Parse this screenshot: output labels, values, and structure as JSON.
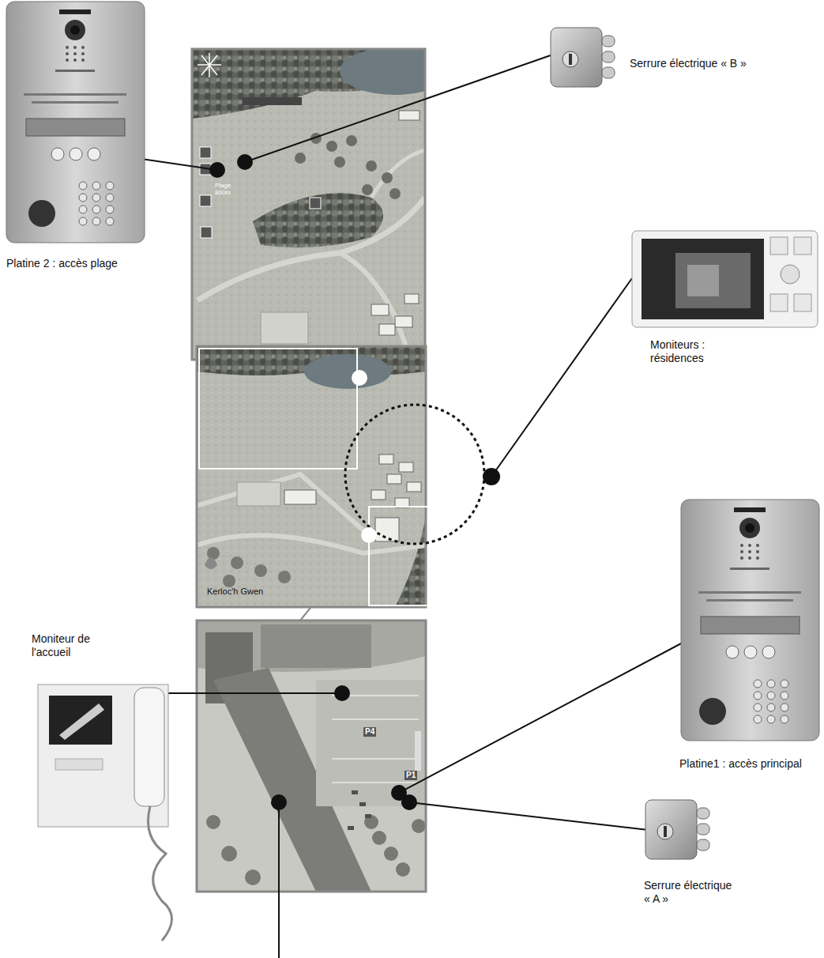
{
  "diagram": {
    "labels": [
      "Serrure électrique « B »",
      "Platine 2 : accès plage",
      "Moniteurs : résidences",
      "Moniteur de l'accueil",
      "Platine1 : accès principal",
      "Serrure électrique « A »",
      "Plage 800m",
      "Kerloc'h Gwen",
      "P4",
      "P1"
    ]
  }
}
